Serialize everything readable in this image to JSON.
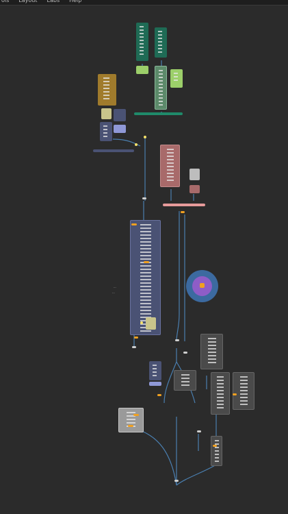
{
  "menubar": {
    "items": [
      {
        "label": "ols"
      },
      {
        "label": "Layout"
      },
      {
        "label": "Labs"
      },
      {
        "label": "Help"
      }
    ]
  },
  "canvas": {
    "background": "#2b2b2b",
    "wire_color": "#4a7fb0",
    "orange_wire_color": "#d98a1c"
  },
  "node_colors": {
    "teal": "#1f6b55",
    "sage": "#5c8a6a",
    "olive": "#a07b2c",
    "light_green": "#9ccf6a",
    "khaki": "#c9c48b",
    "slate": "#4a5274",
    "periwinkle": "#8f98d6",
    "rose": "#a86a6a",
    "salmon": "#e69a9a",
    "gray": "#bdbdbd",
    "dark_gray": "#4a4a4a",
    "purple_ring": "#3c6aa0",
    "purple_core": "#8e5dc7",
    "accent_orange": "#f0a020",
    "yellow": "#f5e16a"
  },
  "labels": {
    "side_tag_top": "...",
    "side_tag_bottom": "..."
  }
}
